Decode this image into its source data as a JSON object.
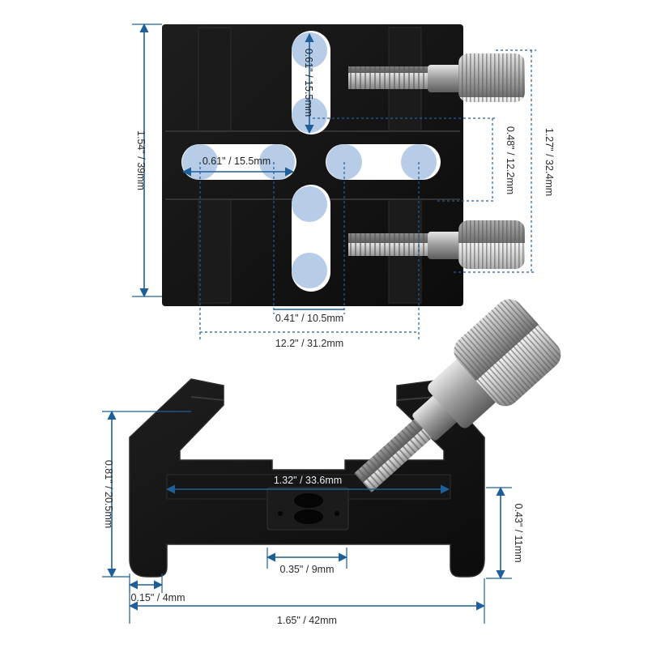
{
  "colors": {
    "dimension_line": "#1f5f99",
    "body": "#121212",
    "body_edge": "#2b2b2b",
    "slot_highlight": "#a9c3e3",
    "metal": "#c9c9c9",
    "background": "#ffffff"
  },
  "top_view": {
    "height_total": "1.54\" / 39mm",
    "slot_vertical": "0.61\" / 15.5mm",
    "slot_horizontal": "0.61\" / 15.5mm",
    "screw_spacing": "1.27\" / 32.4mm",
    "screw_offset": "0.48\" / 12.2mm",
    "slot_offset": "0.41\" / 10.5mm",
    "width_between": "12.2\" / 31.2mm"
  },
  "side_view": {
    "height_total": "0.81\" / 20.5mm",
    "inner_width": "1.32\" / 33.6mm",
    "foot_height": "0.43\" / 11mm",
    "center_slot": "0.35\" / 9mm",
    "foot_width": "0.15\" / 4mm",
    "width_total": "1.65\" / 42mm"
  }
}
